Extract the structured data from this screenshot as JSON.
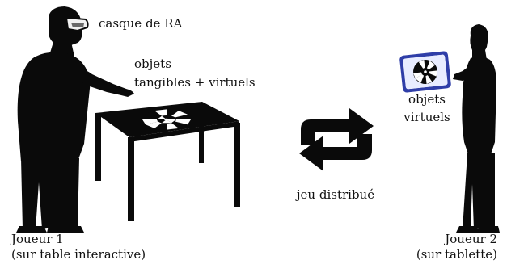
{
  "labels": {
    "headset": "casque de RA",
    "tangible_line1": "objets",
    "tangible_line2": "tangibles + virtuels",
    "virtual_line1": "objets",
    "virtual_line2": "virtuels",
    "distributed": "jeu distribué",
    "player1_name": "Joueur 1",
    "player1_desc": "(sur table interactive)",
    "player2_name": "Joueur 2",
    "player2_desc": "(sur tablette)"
  },
  "colors": {
    "silhouette": "#0a0a0a",
    "tablet_frame": "#2f3ea8",
    "headset_lens": "#6a6a6a"
  },
  "icons": {
    "exchange": "two-arrows-cycle-icon"
  }
}
